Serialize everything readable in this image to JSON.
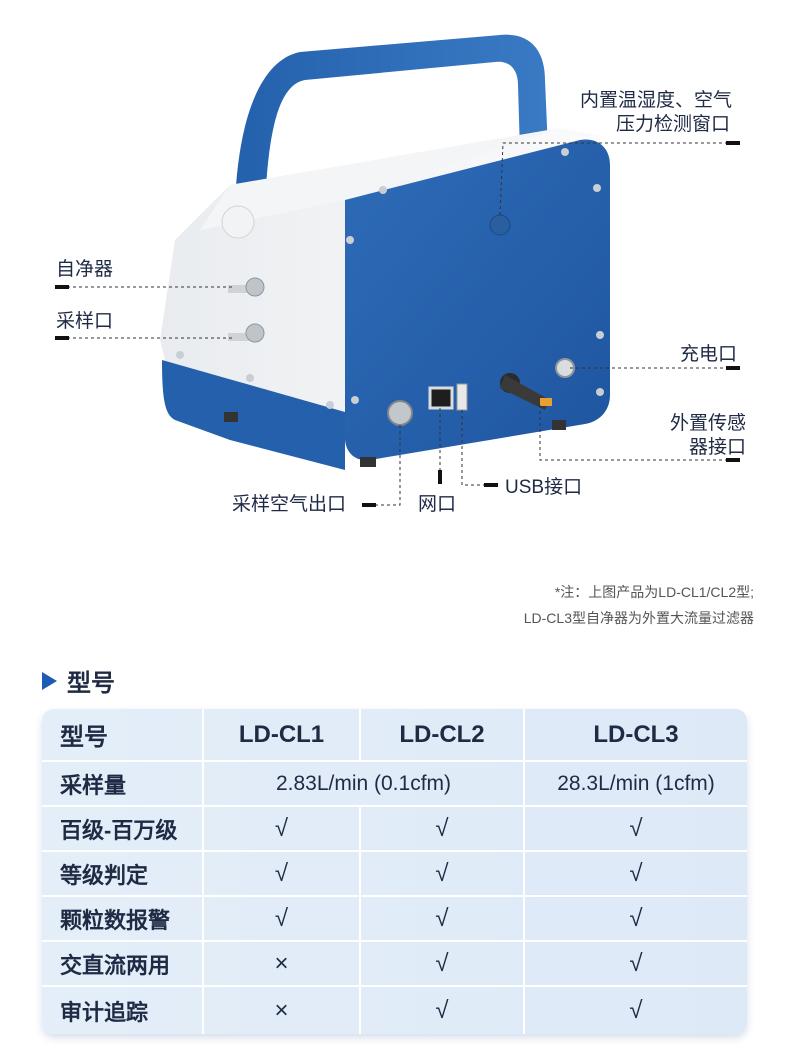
{
  "callouts": {
    "sensor_port_line1": "内置温湿度、空气",
    "sensor_port_line2": "压力检测窗口",
    "self_purifier": "自净器",
    "sampling_port": "采样口",
    "charging_port": "充电口",
    "external_sensor_line1": "外置传感",
    "external_sensor_line2": "器接口",
    "exhaust_port": "采样空气出口",
    "network_port": "网口",
    "usb_port": "USB接口"
  },
  "note": {
    "line1": "*注：上图产品为LD-CL1/CL2型;",
    "line2": "LD-CL3型自净器为外置大流量过滤器"
  },
  "section_title": "型号",
  "table": {
    "header": [
      "型号",
      "LD-CL1",
      "LD-CL2",
      "LD-CL3"
    ],
    "flow_row": {
      "label": "采样量",
      "cl1_cl2": "2.83L/min (0.1cfm)",
      "cl3": "28.3L/min (1cfm)"
    },
    "rows": [
      {
        "label": "百级-百万级",
        "values": [
          "√",
          "√",
          "√"
        ]
      },
      {
        "label": "等级判定",
        "values": [
          "√",
          "√",
          "√"
        ]
      },
      {
        "label": "颗粒数报警",
        "values": [
          "√",
          "√",
          "√"
        ]
      },
      {
        "label": "交直流两用",
        "values": [
          "×",
          "√",
          "√"
        ]
      },
      {
        "label": "审计追踪",
        "values": [
          "×",
          "√",
          "√"
        ]
      }
    ]
  },
  "colors": {
    "accent": "#1e5bb5",
    "device_blue": "#2a66b0",
    "table_bg": "#e2edf8"
  }
}
